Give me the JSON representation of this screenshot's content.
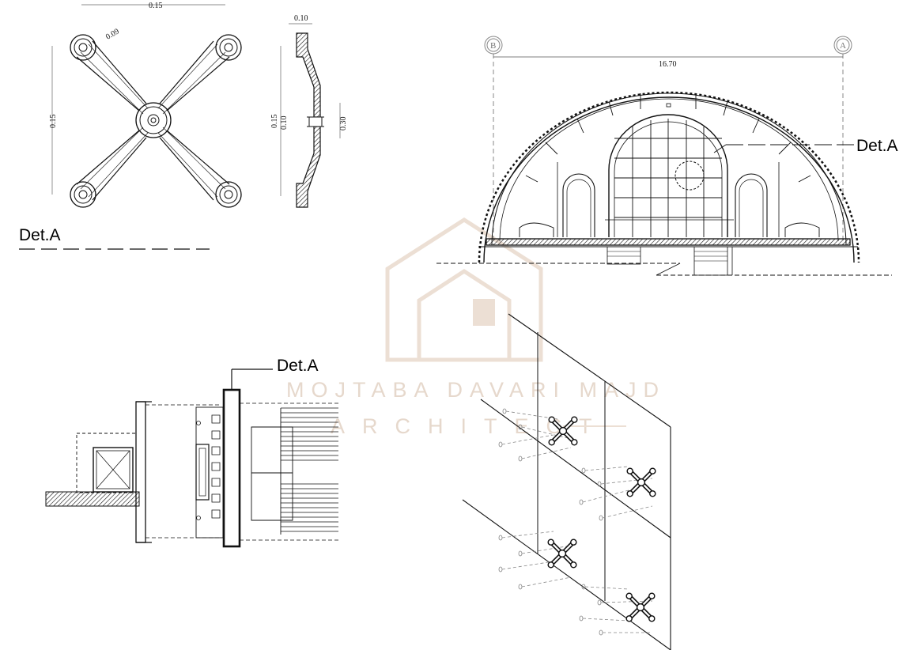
{
  "plan_detail": {
    "width_dim": "0.15",
    "height_dim": "0.15",
    "radius_dim": "0.09",
    "title": "Det.A"
  },
  "section_detail": {
    "top_dim": "0.10",
    "left_dim_a": "0.15",
    "left_dim_b": "0.10",
    "right_dim": "0.30"
  },
  "elevation": {
    "axis_left": "B",
    "axis_right": "A",
    "span_dim": "16.70",
    "callout": "Det.A"
  },
  "floor_plan": {
    "callout": "Det.A"
  },
  "watermark": {
    "name": "MOJTABA DAVARI MAJD",
    "sub": "ARCHITECT"
  }
}
